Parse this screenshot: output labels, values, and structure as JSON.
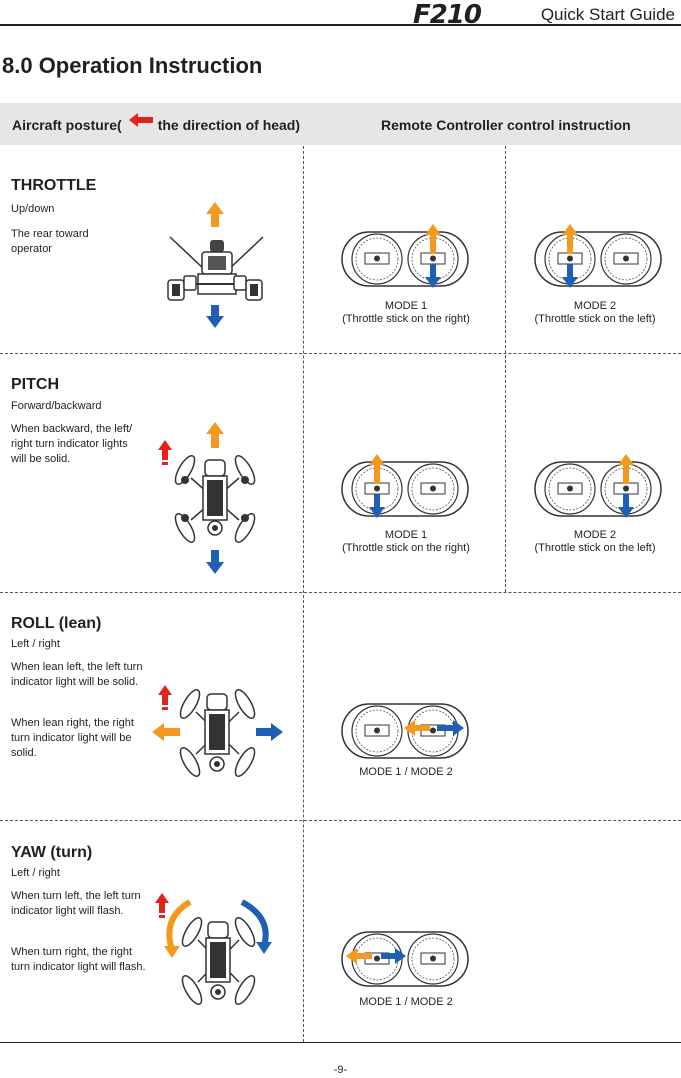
{
  "header": {
    "logo": "F210",
    "guide": "Quick Start Guide"
  },
  "title": "8.0 Operation Instruction",
  "table_header": {
    "left_a": "Aircraft posture(",
    "left_b": "the direction of head)",
    "right": "Remote Controller control instruction"
  },
  "sections": [
    {
      "title": "THROTTLE",
      "subtitle": "Up/down",
      "desc": [
        "The rear toward operator"
      ],
      "captions": [
        "MODE 1\n(Throttle stick on the right)",
        "MODE 2\n(Throttle stick on the left)"
      ]
    },
    {
      "title": "PITCH",
      "subtitle": "Forward/backward",
      "desc": [
        "When backward, the left/ right turn indicator lights will be solid."
      ],
      "captions": [
        "MODE 1\n(Throttle stick on the right)",
        "MODE 2\n(Throttle stick on the left)"
      ]
    },
    {
      "title": "ROLL (lean)",
      "subtitle": "Left / right",
      "desc": [
        "When lean left, the left turn indicator light will be solid.",
        "When lean right, the right turn indicator light will be solid."
      ],
      "captions": [
        "MODE 1 / MODE 2"
      ]
    },
    {
      "title": "YAW (turn)",
      "subtitle": "Left / right",
      "desc": [
        "When turn left, the left turn indicator light will flash.",
        "When turn right, the right turn indicator light will flash."
      ],
      "captions": [
        "MODE 1 / MODE 2"
      ]
    }
  ],
  "page_number": "-9-",
  "colors": {
    "orange": "#f39a1e",
    "blue": "#1f5fb5",
    "red": "#e2231a",
    "gray_bar": "#e6e6e6"
  }
}
